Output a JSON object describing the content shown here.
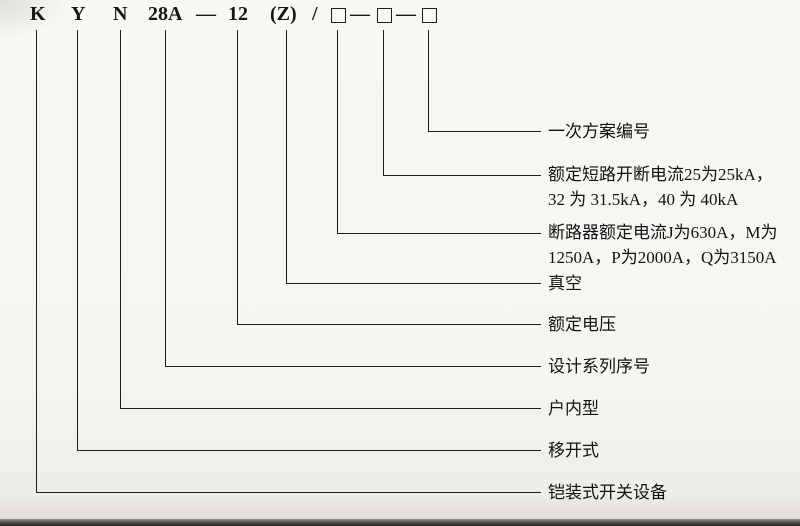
{
  "model": {
    "k": "K",
    "y": "Y",
    "n": "N",
    "series": "28A",
    "dash1": "—",
    "voltage": "12",
    "vacuum": "(Z)",
    "slash": "/",
    "dash2": "—",
    "dash3": "—"
  },
  "labels": {
    "scheme": "一次方案编号",
    "breaking_current": "额定短路开断电流25为25kA，\n32 为 31.5kA，40 为 40kA",
    "rated_current": "断路器额定电流J为630A，M为\n1250A，P为2000A，Q为3150A",
    "vacuum": "真空",
    "voltage": "额定电压",
    "series": "设计系列序号",
    "indoor": "户内型",
    "withdrawable": "移开式",
    "armored": "铠装式开关设备"
  },
  "colors": {
    "line": "#1e1e1e",
    "text": "#121212",
    "paper": "#f7f6f3"
  }
}
